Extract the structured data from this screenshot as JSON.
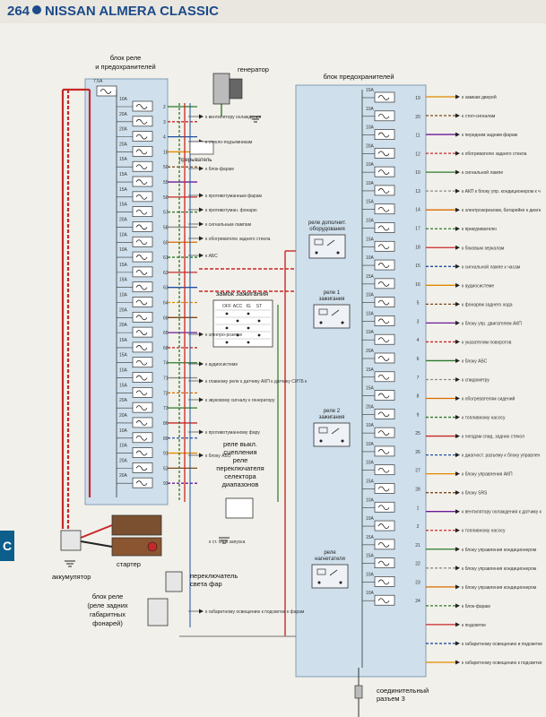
{
  "header": {
    "page": "264",
    "title": "NISSAN ALMERA CLASSIC"
  },
  "tab": {
    "letter": "С"
  },
  "left_block": {
    "title_lines": [
      "блок реле",
      "и предохранителей"
    ],
    "top_fuse": "7.5A",
    "fuses": [
      "10A",
      "20A",
      "20A",
      "20A",
      "15A",
      "15A",
      "15A",
      "15A",
      "20A",
      "10A",
      "10A",
      "15A",
      "15A",
      "10A",
      "20A",
      "20A",
      "15A",
      "15A",
      "10A",
      "15A",
      "20A",
      "20A",
      "10A",
      "10A",
      "20A",
      "20A"
    ],
    "pins": [
      "2",
      "3",
      "4",
      "16",
      "50",
      "55",
      "56",
      "57",
      "58",
      "60",
      "61",
      "62",
      "63",
      "64",
      "66",
      "65",
      "68",
      "74",
      "71",
      "72",
      "73",
      "86",
      "89",
      "91",
      "53",
      "93"
    ]
  },
  "right_block": {
    "title": "блок предохранителей",
    "fuses": [
      "15A",
      "10A",
      "10A",
      "20A",
      "10A",
      "10A",
      "15A",
      "10A",
      "15A",
      "10A",
      "15A",
      "10A",
      "10A",
      "10A",
      "20A",
      "15A",
      "15A",
      "20A",
      "10A",
      "10A",
      "10A",
      "15A",
      "10A",
      "10A",
      "15A",
      "15A",
      "10A",
      "10A"
    ],
    "pins": [
      "19",
      "20",
      "11",
      "12",
      "10",
      "13",
      "14",
      "17",
      "18",
      "15",
      "16",
      "5",
      "3",
      "4",
      "6",
      "7",
      "8",
      "9",
      "25",
      "26",
      "27",
      "28",
      "1",
      "2",
      "21",
      "22",
      "23",
      "24"
    ]
  },
  "components": {
    "generator": "генератор",
    "fuse_breaker": "прерыватель",
    "ignition_switch": "замок зажигания",
    "ignition_cols": [
      "OFF",
      "ACC",
      "IG",
      "ST"
    ],
    "relay_extra": [
      "реле дополнит.",
      "оборудования"
    ],
    "relay1": [
      "реле 1",
      "зажигания"
    ],
    "relay2": [
      "реле 2",
      "зажигания"
    ],
    "relay_heater": [
      "реле",
      "нагнетателя"
    ],
    "range_relay": [
      "реле выкл.",
      "сцепления",
      "реле",
      "переключателя",
      "селектора",
      "диапазонов"
    ],
    "starter_label": "к ст. блок запуска",
    "battery": "аккумулятор",
    "starter": "стартер",
    "headlight_switch": [
      "переключатель",
      "света фар"
    ],
    "side_relay": [
      "блок реле",
      "(реле задних",
      "габаритных",
      "фонарей)"
    ],
    "connector": [
      "соединительный",
      "разъем 3"
    ]
  },
  "left_dests": [
    "к вентилятору охлаждения",
    "к стекло-подъемникам",
    "к блок-фарам",
    "к противотуманным фарам",
    "к противотуман. фонарю",
    "к сигнальным лампам",
    "к обогревателю заднего стекла",
    "к АБС",
    "к электро-розетке",
    "к аудиосистеме",
    "к главному реле к датчику АКП к датчику СИТБ к датчику давления кондиционера",
    "к звуковому сигналу к генератору",
    "к противотуманному фару",
    "к блоку АБС",
    "к габаритному освещению к подсветке к фарам"
  ],
  "right_dests": [
    "к замкам дверей",
    "к стоп-сигналам",
    "к передним задним фарам",
    "к обогревателю заднего стекла",
    "к сигнальной лампе",
    "к АКП к блоку упр. кондиционером к часам",
    "к электрозеркалам, батарейке к диагност. разъему к плафону освещения салона к стеклоподъемникам к плафону освещ. багажника",
    "к прикуривателю",
    "к боковым зеркалам",
    "к сигнальной лампе к часам",
    "к аудиосистеме",
    "к фонарям заднего хода",
    "к блоку упр. двигателем АКП",
    "к указателям поворотов",
    "к блоку АБС",
    "к спидометру",
    "к обогревателям сидений",
    "к топливному насосу",
    "к гнездам спид. задних стекол",
    "к диагност. разъему к блоку управления кондиционером к обогревателям заднего стекла",
    "к блоку управления АКП",
    "к блоку SRS",
    "к вентилятору охлаждения к датчику кислорода",
    "к топливному насосу",
    "к блоку управления кондиционером",
    "к блоку управления кондиционером",
    "к блоку управления кондиционером",
    "к блок-фарам",
    "к подсветке",
    "к габаритному освещению и подсветке",
    "к габаритному освещению к подсветке к противотуманным фарам"
  ]
}
